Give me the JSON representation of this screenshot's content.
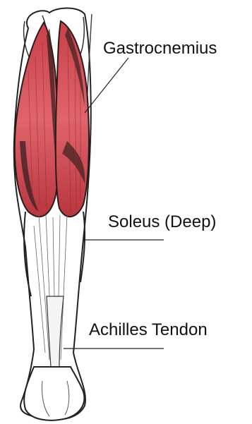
{
  "labels": {
    "gastrocnemius": "Gastrocnemius",
    "soleus": "Soleus (Deep)",
    "achilles": "Achilles Tendon"
  },
  "colors": {
    "muscle_red": "#d9565e",
    "muscle_dark": "#3a1f20",
    "outline": "#222222",
    "tendon": "#f2f2f2"
  }
}
